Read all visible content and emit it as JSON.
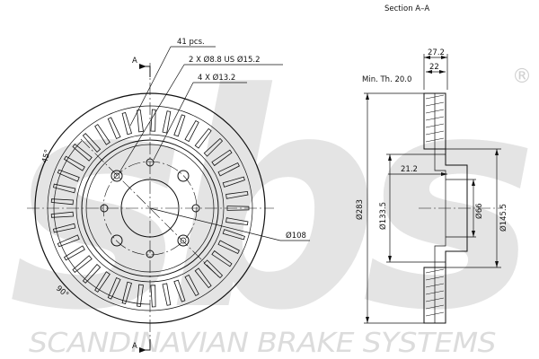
{
  "watermark": {
    "logo_text": "sbs",
    "registered_mark": "®",
    "footer_text": "SCANDINAVIAN BRAKE SYSTEMS"
  },
  "front_view": {
    "section_marker_top": "A",
    "section_marker_bottom": "A",
    "vent_count_label": "41 pcs.",
    "hole_label_1": "2 X Ø8.8 US Ø15.2",
    "hole_label_2": "4 X Ø13.2",
    "angle_label": "45°",
    "pcd_label": "Ø108",
    "angle_label_2": "90°"
  },
  "section_view": {
    "title": "Section A–A",
    "min_thickness": "Min. Th. 20.0",
    "dim_total_width": "27.2",
    "dim_disc_thickness": "22",
    "dim_hat_offset": "21.2",
    "dim_outer_dia": "Ø283",
    "dim_hat_dia": "Ø133.5",
    "dim_center_bore": "Ø66",
    "dim_hat_outer": "Ø145.5"
  },
  "colors": {
    "line": "#111111",
    "watermark": "#e4e4e4",
    "background": "#ffffff"
  }
}
